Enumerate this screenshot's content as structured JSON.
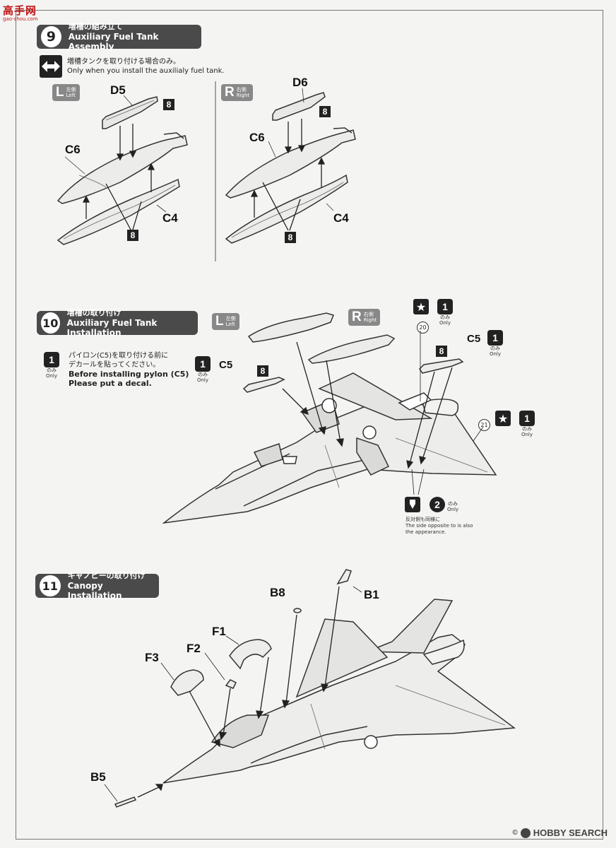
{
  "site_logo": {
    "chars": "高手网",
    "url_text": "gao-shou.com"
  },
  "watermark": {
    "brand": "HOBBY SEARCH",
    "copyright": "©"
  },
  "step9": {
    "num": "9",
    "title_jp": "増槽の組み立て",
    "title_en": "Auxiliary Fuel Tank Assembly",
    "note_jp": "増槽タンクを取り付ける場合のみ。",
    "note_en": "Only when you install the auxilialy fuel tank.",
    "left": {
      "big": "L",
      "jp": "左側",
      "en": "Left"
    },
    "right": {
      "big": "R",
      "jp": "右側",
      "en": "Right"
    },
    "left_parts": {
      "top": "D5",
      "mid": "C6",
      "bot": "C4",
      "color1": "8",
      "color2": "8"
    },
    "right_parts": {
      "top": "D6",
      "mid": "C6",
      "bot": "C4",
      "color1": "8",
      "color2": "8"
    }
  },
  "step10": {
    "num": "10",
    "title_jp": "増槽の取り付け",
    "title_en": "Auxiliary Fuel Tank Installation",
    "note_jp1": "パイロン(C5)を取り付ける前に",
    "note_jp2": "デカールを貼ってください。",
    "note_en1": "Before installing pylon (C5)",
    "note_en2": "Please put a decal.",
    "only_jp": "のみ",
    "only_en": "Only",
    "icon1": "1",
    "left": {
      "big": "L",
      "jp": "左側",
      "en": "Left"
    },
    "right": {
      "big": "R",
      "jp": "右側",
      "en": "Right"
    },
    "parts": {
      "c5_left": "C5",
      "c5_right": "C5",
      "color_left": "8",
      "color_right": "8"
    },
    "decal_20": "20",
    "decal_21": "21",
    "icon2": "2",
    "opposite_jp": "反対側も同様に",
    "opposite_en1": "The side opposite to is also",
    "opposite_en2": "the appearance."
  },
  "step11": {
    "num": "11",
    "title_jp": "キャノピーの取り付け",
    "title_en": "Canopy Installation",
    "parts": {
      "b1": "B1",
      "b8": "B8",
      "f1": "F1",
      "f2": "F2",
      "f3": "F3",
      "b5": "B5"
    }
  }
}
